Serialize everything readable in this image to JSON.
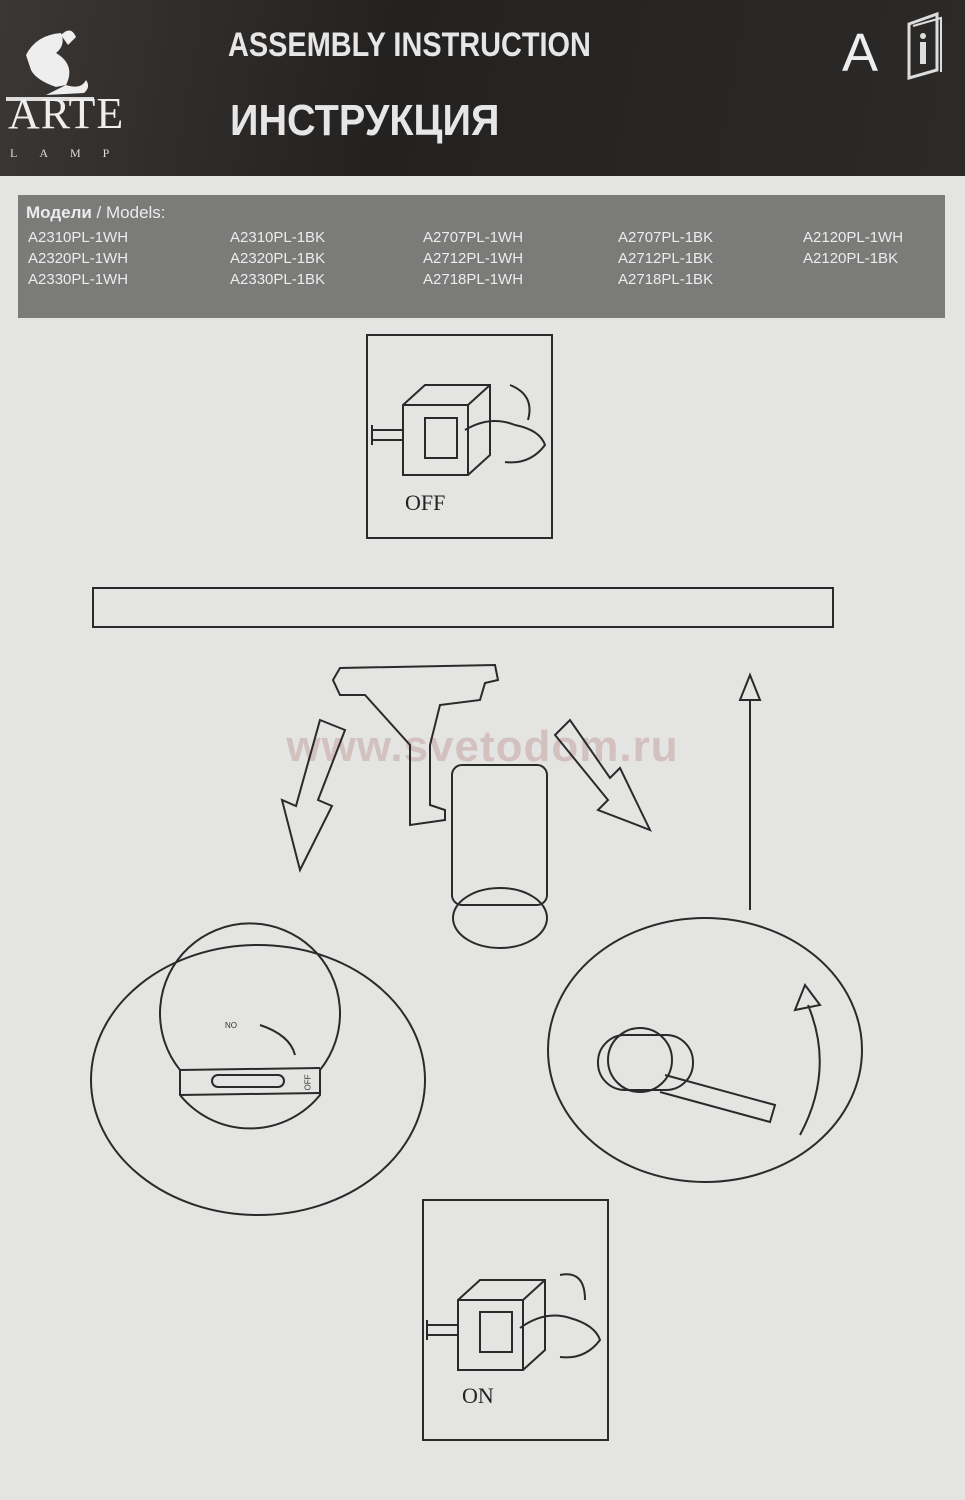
{
  "header": {
    "brand": "ARTE",
    "brand_sub": "LAMP",
    "title_en": "ASSEMBLY INSTRUCTION",
    "title_ru": "ИНСТРУКЦИЯ",
    "language_mark": "A",
    "info_icon": "book-info-icon"
  },
  "models": {
    "label_ru": "Модели",
    "label_sep": " / ",
    "label_en": "Models:",
    "columns": [
      [
        "A2310PL-1WH",
        "A2320PL-1WH",
        "A2330PL-1WH"
      ],
      [
        "A2310PL-1BK",
        "A2320PL-1BK",
        "A2330PL-1BK"
      ],
      [
        "A2707PL-1WH",
        "A2712PL-1WH",
        "A2718PL-1WH"
      ],
      [
        "A2707PL-1BK",
        "A2712PL-1BK",
        "A2718PL-1BK"
      ],
      [
        "A2120PL-1WH",
        "A2120PL-1BK"
      ]
    ]
  },
  "steps": {
    "switch_off_label": "OFF",
    "switch_on_label": "ON",
    "dial_on_label": "ON",
    "dial_off_label": "OFF"
  },
  "watermark": "www.svetodom.ru"
}
